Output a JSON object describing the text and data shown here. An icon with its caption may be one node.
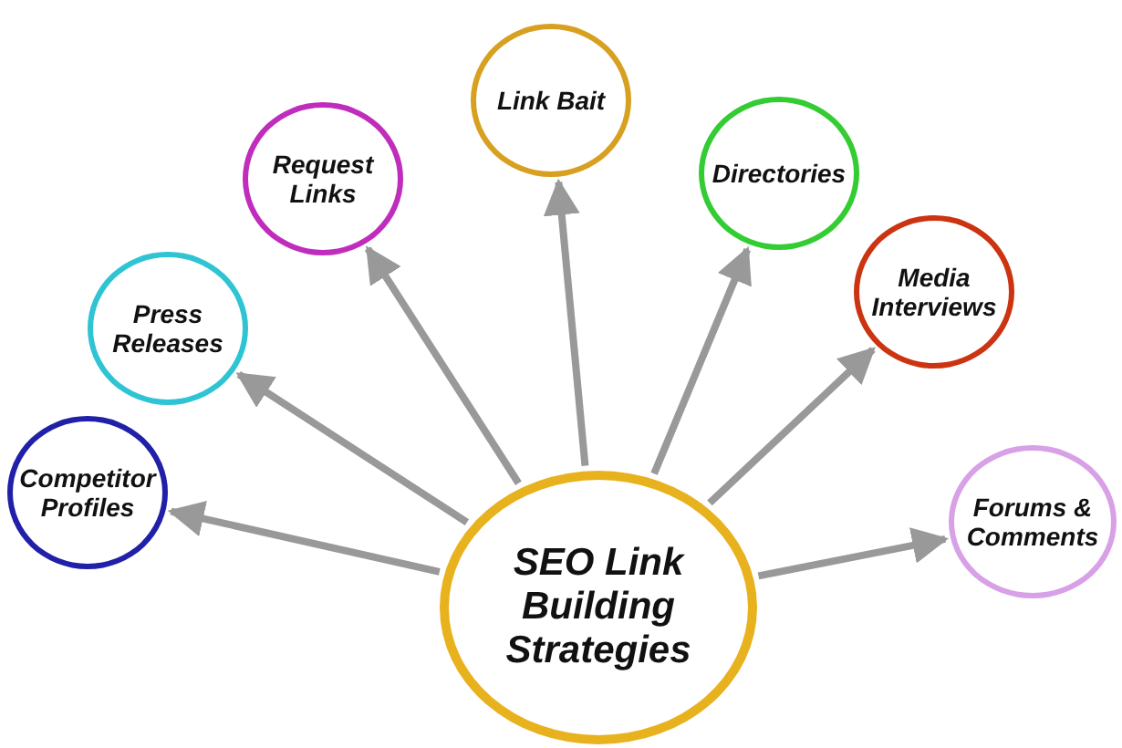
{
  "diagram": {
    "nodes": [
      {
        "text": [
          "SEO Link Building Strategies"
        ]
      },
      {
        "text": [
          "Competitor Profiles"
        ]
      },
      {
        "text": [
          "Press Releases"
        ]
      },
      {
        "text": [
          "Request Links"
        ]
      },
      {
        "text": [
          "Link Bait"
        ]
      },
      {
        "text": [
          "Directories"
        ]
      },
      {
        "text": [
          "Media Interviews"
        ]
      },
      {
        "text": [
          "Forums & Comments"
        ]
      }
    ],
    "edges": [
      {
        "from": 0,
        "to": 1,
        "arrow": "to"
      },
      {
        "from": 0,
        "to": 2,
        "arrow": "to"
      },
      {
        "from": 0,
        "to": 3,
        "arrow": "to"
      },
      {
        "from": 0,
        "to": 4,
        "arrow": "to"
      },
      {
        "from": 0,
        "to": 5,
        "arrow": "to"
      },
      {
        "from": 0,
        "to": 6,
        "arrow": "to"
      },
      {
        "from": 0,
        "to": 7,
        "arrow": "to"
      }
    ]
  }
}
